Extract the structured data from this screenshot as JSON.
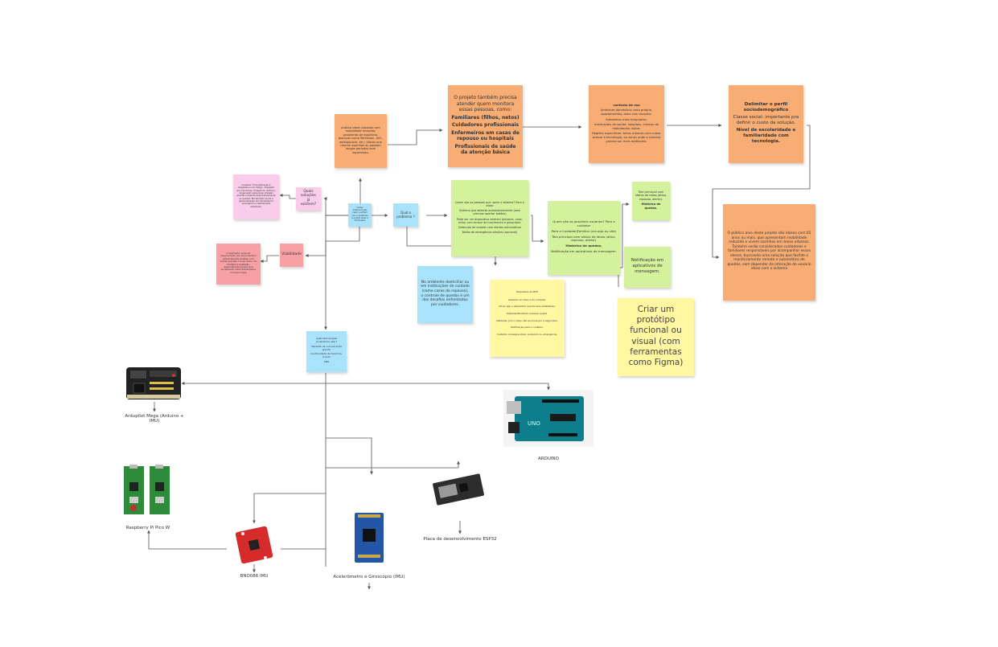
{
  "notes": {
    "publico_idoso": [
      "publico ideal: pessoas com mobilidade reduzida, problemas de equilíbrio, doenças como Parkinson, AVC, osteoporose, etc.; idosos que moram sozinhos ou passam longos períodos sem supervisão."
    ],
    "monitora": [
      "O projeto também precisa atender quem monitora essas pessoas, como:",
      "Familiares (filhos, netos)",
      "Cuidadores profissionais",
      "Enfermeiros em casas de repouso ou hospitais",
      "Profissionais de saúde da atenção básica"
    ],
    "contexto": [
      "contexto de uso",
      "Ambiente doméstico: casa própria, apartamentos, lares com escadas.",
      "Ambientes mais irregulares.",
      "Instituições de saúde: hospitais, clínicas de reabilitação, asilos.",
      "Regiões específicas: áreas urbanas com maior acesso à tecnologia, ou zonas onde o sistema precisa ser mais autônomo."
    ],
    "perfil": [
      "Delimitar o perfil sociodemográfico",
      "Classe social: importante pra definir o custo da solução.",
      "Nível de escolaridade e familiaridade com tecnologia."
    ],
    "publico_alvo": [
      "O público alvo deste projeto são idosos com 65 anos ou mais, que apresentam mobilidade reduzida e vivem sozinhos em áreas urbanas. Também serão considerados cuidadores e familiares responsáveis por acompanhar esses idosos, buscando uma solução que facilite o monitoramento remoto e automático de quedas, sem depender da interação do usuário idoso com o sistema"
    ],
    "solucao": [
      "Quem são as pessoas que usam o sistema? Para o idoso",
      "Sistema que detecta automaticamente (sem precisar apertar botões)",
      "Pode ser um dispositivo vestível (pulseira, colar, cinto) com sensor de movimento e giroscópio.",
      "Detecção de quedas com alertas automáticos",
      "Botão de emergência simples (opcional)"
    ],
    "usuarios": [
      "Quem são os possíveis usuários? Para o cuidador",
      "Para o Cuidador/Familiar (via app ou site)",
      "Tela principal com status do idoso (ativo, repouso, alerta).",
      "Histórico de quedas.",
      "Notificação em aplicativos de mensagem."
    ],
    "tela": [
      "Tela principal com status do idoso (ativo, repouso, alerta).",
      "Histórico de quedas."
    ],
    "notificacao": [
      "Notificação em aplicativos de mensagem."
    ],
    "controle": [
      "No ambiente domiciliar ou em instituições de cuidado (como casas de repouso), o controle de quedas é um dos desafios enfrentados por cuidadores."
    ],
    "solucoes": [
      "Cuidador: Uma aplicação é integrada a um código, integrado aos monitores, frequência cardíaca, oxigenação sanguínea, pressão arterial e detecta automaticamente as quedas. Ela também envia a geolocalização em situações de emergência e alertas para familiares."
    ],
    "viabilidade": [
      "O dispositivo pode ser desenvolvido com uma interface extremamente simples, com botões grandes, ícones claros. Foi também a aceitação, especialmente pessoa que envelhecem mais familiarizados com tecnologia."
    ],
    "requisitos": [
      "Requisitos do MVP",
      "Cadastro do idoso e do cuidador.",
      "Ativar app e dispositivo que fornece estatísticas.",
      "Detectar/Monitorar possível queda.",
      "Validação (um o idoso não se move por X segundos).",
      "Notificação para o cuidador.",
      "Cuidador consegue idoso, protocolo ou emergência."
    ],
    "tecnologias": [
      "quais tecnologias poderemos usar?",
      "Validade da comunicação wer-fin",
      "Continuidade de funciona-mento",
      "SMS"
    ],
    "root": [
      "Idosos internacionais caem e sofrem com o problema e podem levar a ferimentos"
    ],
    "problema": [
      "Qual o problema ?"
    ],
    "quais_solucoes": [
      "Quais soluções já existem?"
    ],
    "viab_label": [
      "Viabilidade"
    ],
    "prototipo": [
      "Criar um protótipo funcional ou visual (com ferramentas como Figma)"
    ]
  },
  "devices": {
    "ardupilot": "Ardupilot Mega (Arduino + IMU)",
    "arduino": "ARDUINO",
    "pico": "Raspberry Pi Pico W",
    "bno": "BNO086 IMU",
    "mpu": "Acelerômetro e Giroscópio (IMU)",
    "esp32": "Placa de desenvolvimento ESP32"
  },
  "colors": {
    "orange": "#f8ad75",
    "green": "#d4f29b",
    "blue": "#a8e3fb",
    "pink": "#f9cde9",
    "red": "#f7a1a5",
    "yellow": "#fff7a1",
    "line": "#555555"
  }
}
